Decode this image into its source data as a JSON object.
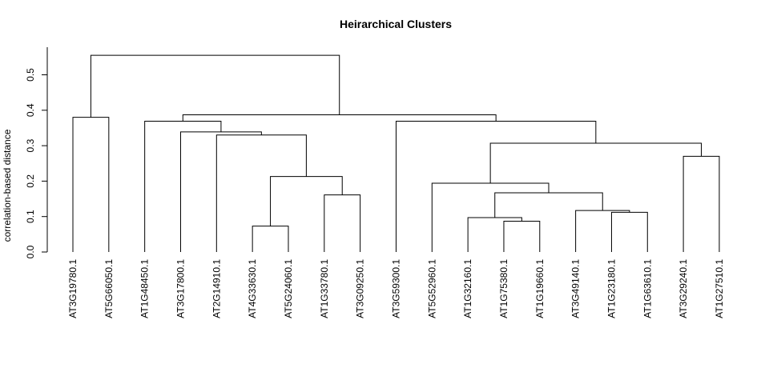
{
  "chart_data": {
    "type": "dendrogram",
    "title": "Heirarchical Clusters",
    "ylabel": "correlation-based distance",
    "ylim": [
      0,
      0.58
    ],
    "yticks": [
      0.0,
      0.1,
      0.2,
      0.3,
      0.4,
      0.5
    ],
    "ytick_labels": [
      "0.0",
      "0.1",
      "0.2",
      "0.3",
      "0.4",
      "0.5"
    ],
    "leaves": [
      "AT3G19780.1",
      "AT5G66050.1",
      "AT1G48450.1",
      "AT3G17800.1",
      "AT2G14910.1",
      "AT4G33630.1",
      "AT5G24060.1",
      "AT1G33780.1",
      "AT3G09250.1",
      "AT3G59300.1",
      "AT5G52960.1",
      "AT1G32160.1",
      "AT1G75380.1",
      "AT1G19660.1",
      "AT3G49140.1",
      "AT1G23180.1",
      "AT1G63610.1",
      "AT3G29240.1",
      "AT1G27510.1"
    ],
    "merges": [
      {
        "left": -6,
        "right": -7,
        "height": 0.073
      },
      {
        "left": -13,
        "right": -14,
        "height": 0.087
      },
      {
        "left": -12,
        "right": 2,
        "height": 0.097
      },
      {
        "left": -17,
        "right": -16,
        "height": 0.112
      },
      {
        "left": -15,
        "right": 4,
        "height": 0.117
      },
      {
        "left": -8,
        "right": -9,
        "height": 0.161
      },
      {
        "left": 3,
        "right": 5,
        "height": 0.167
      },
      {
        "left": -11,
        "right": 7,
        "height": 0.194
      },
      {
        "left": 1,
        "right": 6,
        "height": 0.213
      },
      {
        "left": -18,
        "right": -19,
        "height": 0.27
      },
      {
        "left": 8,
        "right": 10,
        "height": 0.307
      },
      {
        "left": -5,
        "right": 9,
        "height": 0.33
      },
      {
        "left": -4,
        "right": 12,
        "height": 0.339
      },
      {
        "left": -3,
        "right": 13,
        "height": 0.369
      },
      {
        "left": -10,
        "right": 11,
        "height": 0.369
      },
      {
        "left": -1,
        "right": -2,
        "height": 0.38
      },
      {
        "left": 14,
        "right": 15,
        "height": 0.387
      },
      {
        "left": 16,
        "right": 17,
        "height": 0.555
      }
    ]
  }
}
